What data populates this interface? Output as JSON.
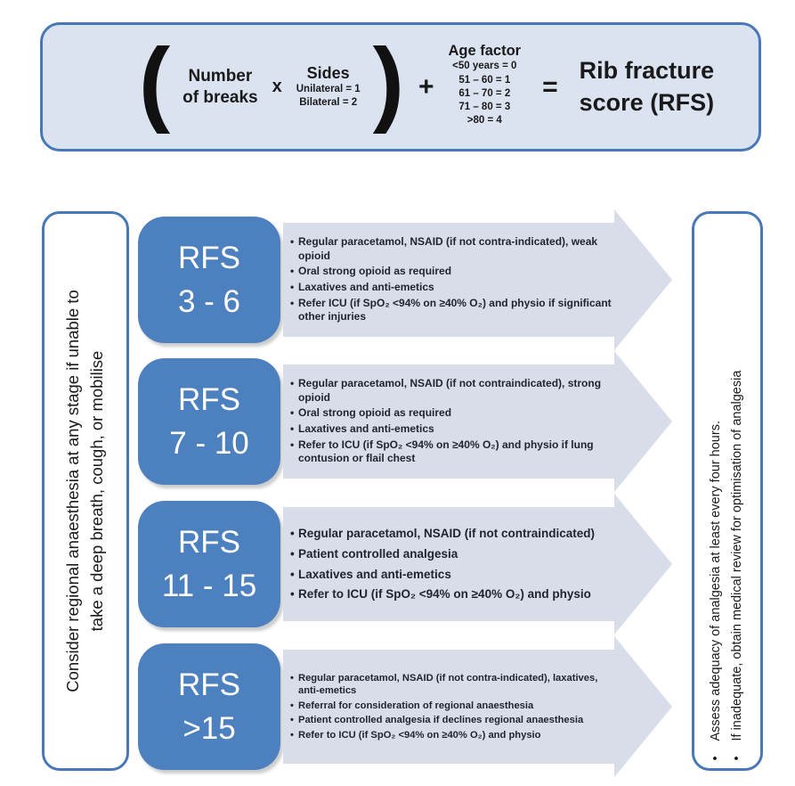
{
  "ui": {
    "bullet_char": "•"
  },
  "colors": {
    "border_blue": "#4878b8",
    "score_box_blue": "#4d80be",
    "formula_fill": "#dbe3f1",
    "arrow_fill": "#d9dce9",
    "text_dark": "#1f2430"
  },
  "formula": {
    "open_paren": "(",
    "number_line1": "Number",
    "number_line2": "of breaks",
    "times": "x",
    "sides_title": "Sides",
    "sides_options": [
      "Unilateral = 1",
      "Bilateral = 2"
    ],
    "close_paren": ")",
    "plus": "+",
    "age_title": "Age factor",
    "age_options": [
      "<50 years = 0",
      "51 – 60 = 1",
      "61 – 70 = 2",
      "71 – 80 = 3",
      ">80 = 4"
    ],
    "equals": "=",
    "result_line1": "Rib fracture",
    "result_line2": "score (RFS)"
  },
  "left_panel": {
    "line1": "Consider regional anaesthesia at any stage if unable to",
    "line2": "take a deep breath, cough, or mobilise"
  },
  "right_panel": {
    "bullets": [
      "Assess adequacy of analgesia at least every four hours.",
      "If inadequate, obtain medical review for optimisation of analgesia"
    ]
  },
  "rows": [
    {
      "score_line1": "RFS",
      "score_line2": "3 - 6",
      "bullets": [
        "Regular paracetamol, NSAID (if not contra-indicated), weak opioid",
        "Oral strong opioid as required",
        "Laxatives and anti-emetics",
        "Refer ICU (if SpO₂ <94% on ≥40% O₂) and physio if significant other injuries"
      ]
    },
    {
      "score_line1": "RFS",
      "score_line2": "7 - 10",
      "bullets": [
        "Regular paracetamol, NSAID (if not contraindicated), strong opioid",
        "Oral strong opioid as required",
        "Laxatives and anti-emetics",
        "Refer to ICU (if SpO₂ <94% on ≥40% O₂) and physio if lung contusion or flail chest"
      ]
    },
    {
      "score_line1": "RFS",
      "score_line2": "11 - 15",
      "bullets": [
        "Regular paracetamol, NSAID (if not contraindicated)",
        "Patient controlled analgesia",
        "Laxatives and anti-emetics",
        "Refer to ICU (if SpO₂ <94% on ≥40% O₂) and physio"
      ]
    },
    {
      "score_line1": "RFS",
      "score_line2": ">15",
      "bullets": [
        "Regular paracetamol, NSAID (if not contra-indicated), laxatives, anti-emetics",
        "Referral for consideration of regional anaesthesia",
        "Patient controlled analgesia if declines regional anaesthesia",
        "Refer to ICU (if SpO₂ <94% on ≥40% O₂) and physio"
      ]
    }
  ]
}
